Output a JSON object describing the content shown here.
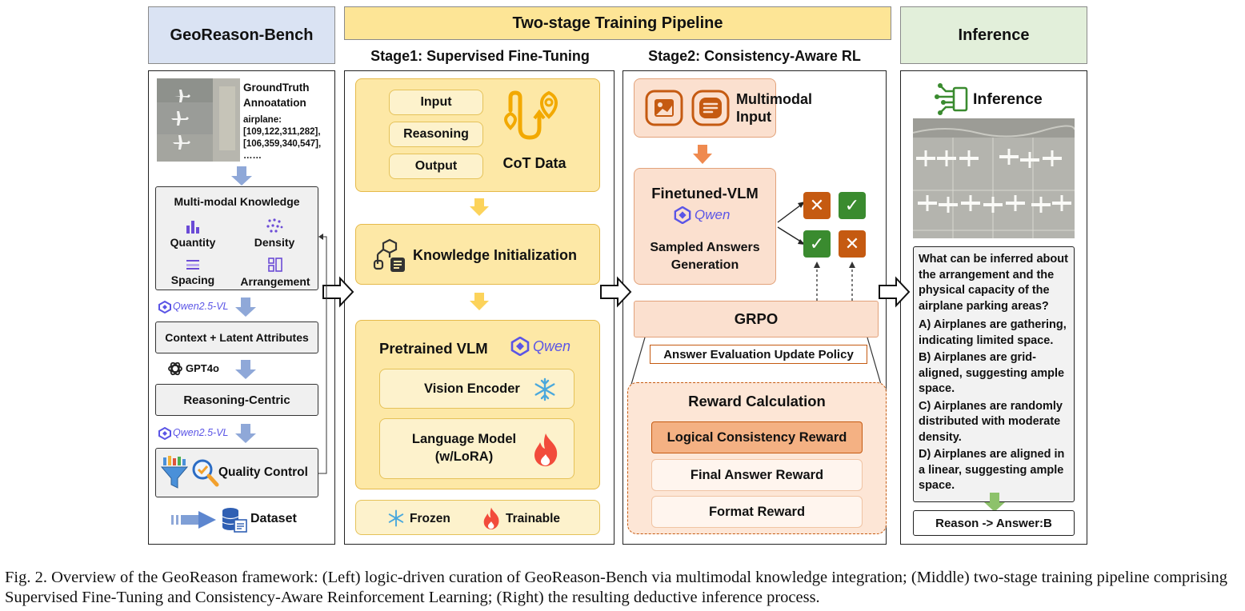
{
  "headers": {
    "bench": "GeoReason-Bench",
    "pipeline": "Two-stage Training Pipeline",
    "inference": "Inference"
  },
  "bench": {
    "gt_title": "GroundTruth\nAnnoatation",
    "gt_body": "airplane:\n[109,122,311,282],\n[106,359,340,547],\n……",
    "mmk_title": "Multi-modal Knowledge",
    "quantity": "Quantity",
    "density": "Density",
    "spacing": "Spacing",
    "arrangement": "Arrangement",
    "qwen25_a": "Qwen2.5-VL",
    "context": "Context + Latent Attributes",
    "gpt": "GPT4o",
    "reasoning": "Reasoning-Centric",
    "qwen25_b": "Qwen2.5-VL",
    "quality": "Quality Control",
    "dataset": "Dataset"
  },
  "stage1": {
    "title": "Stage1: Supervised Fine-Tuning",
    "input": "Input",
    "reasoning": "Reasoning",
    "output": "Output",
    "cot": "CoT Data",
    "knowledge": "Knowledge Initialization",
    "pretrained": "Pretrained VLM",
    "qwen": "Qwen",
    "vision": "Vision Encoder",
    "language": "Language Model\n(w/LoRA)",
    "frozen": "Frozen",
    "trainable": "Trainable"
  },
  "stage2": {
    "title": "Stage2: Consistency-Aware RL",
    "multimodal": "Multimodal\nInput",
    "finetuned": "Finetuned-VLM",
    "qwen": "Qwen",
    "sampled": "Sampled Answers\nGeneration",
    "grpo": "GRPO",
    "update": "Answer Evaluation Update Policy",
    "reward_title": "Reward Calculation",
    "logical": "Logical Consistency Reward",
    "final": "Final Answer Reward",
    "format": "Format Reward"
  },
  "inference": {
    "title": "Inference",
    "question": "What can be inferred about the arrangement and the physical capacity of the airplane parking areas?",
    "options": [
      "A) Airplanes are gathering, indicating limited space.",
      "B) Airplanes are grid-aligned, suggesting ample space.",
      "C) Airplanes are randomly distributed with moderate density.",
      "D) Airplanes are aligned in a linear, suggesting ample space."
    ],
    "answer": "Reason -> Answer:B"
  },
  "caption": "Fig. 2.  Overview of the GeoReason framework: (Left) logic-driven curation of GeoReason-Bench via multimodal knowledge integration; (Middle) two-stage training pipeline comprising Supervised Fine-Tuning and Consistency-Aware Reinforcement Learning; (Right) the resulting deductive inference process.",
  "colors": {
    "blue_header": "#dae3f3",
    "yellow_header": "#fde596",
    "green_header": "#e2efda",
    "stage1_box": "#fde8a6",
    "stage2_box": "#fbe0cf",
    "cross": "#c55a11",
    "check": "#3a8b2f",
    "qwen": "#5b55e6"
  }
}
